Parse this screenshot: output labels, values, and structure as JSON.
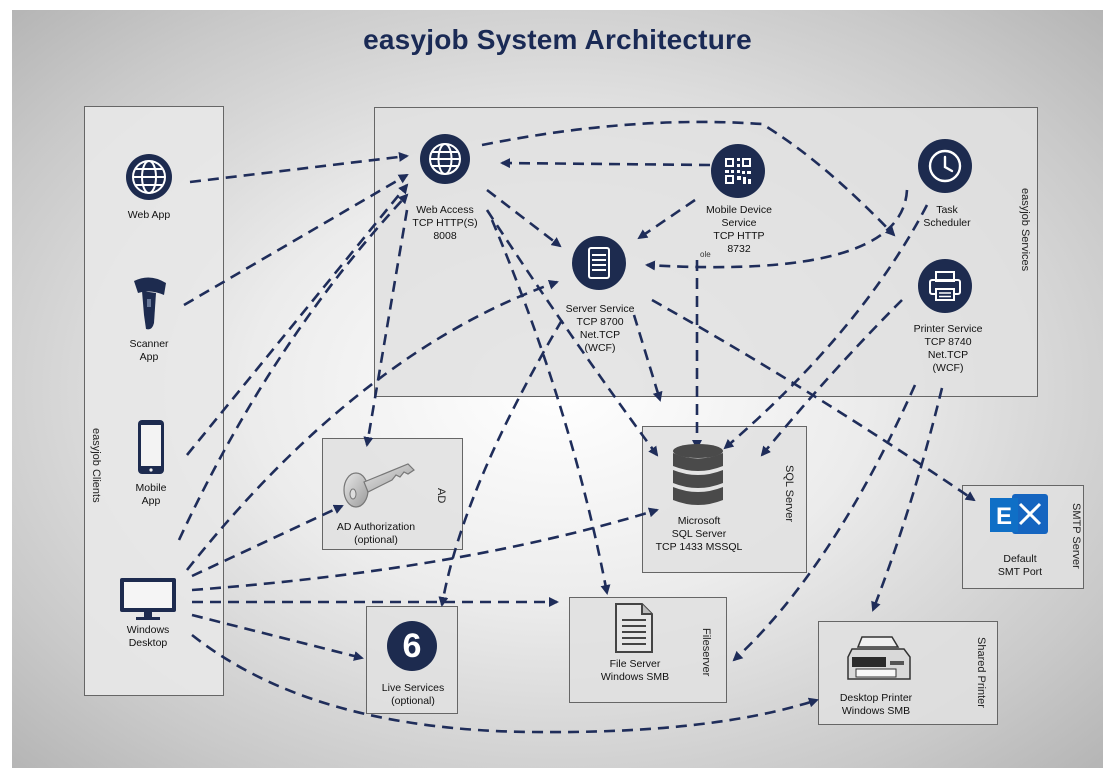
{
  "title": "easyjob System Architecture",
  "colors": {
    "navy": "#1d2b4f",
    "arrow": "#1f2d5a",
    "exchange": "#0f6fc6"
  },
  "groups": {
    "clients": "easyjob Clients",
    "services": "easyjob Services",
    "ad": "AD",
    "sql": "SQL Server",
    "fileserver": "Fileserver",
    "smtp": "SMTP Server",
    "printer": "Shared Printer"
  },
  "clients": {
    "web_app": [
      "Web App"
    ],
    "scanner_app": [
      "Scanner",
      "App"
    ],
    "mobile_app": [
      "Mobile",
      "App"
    ],
    "windows_desktop": [
      "Windows",
      "Desktop"
    ]
  },
  "services": {
    "web_access": [
      "Web Access",
      "TCP HTTP(S)",
      "8008"
    ],
    "mobile_device": [
      "Mobile Device",
      "Service",
      "TCP HTTP",
      "8732"
    ],
    "task_scheduler": [
      "Task",
      "Scheduler"
    ],
    "server_service": [
      "Server Service",
      "TCP 8700",
      "Net.TCP",
      "(WCF)"
    ],
    "printer_service": [
      "Printer Service",
      "TCP 8740",
      "Net.TCP",
      "(WCF)"
    ]
  },
  "external": {
    "ad_auth": [
      "AD Authorization",
      "(optional)"
    ],
    "sql": [
      "Microsoft",
      "SQL Server",
      "TCP 1433 MSSQL"
    ],
    "smtp": [
      "Default",
      "SMT Port"
    ],
    "live": [
      "Live Services",
      "(optional)"
    ],
    "file_server": [
      "File Server",
      "Windows SMB"
    ],
    "desktop_printer": [
      "Desktop Printer",
      "Windows SMB"
    ]
  },
  "stray_text": "ole",
  "live_digit": "6",
  "exchange_letter": "E"
}
